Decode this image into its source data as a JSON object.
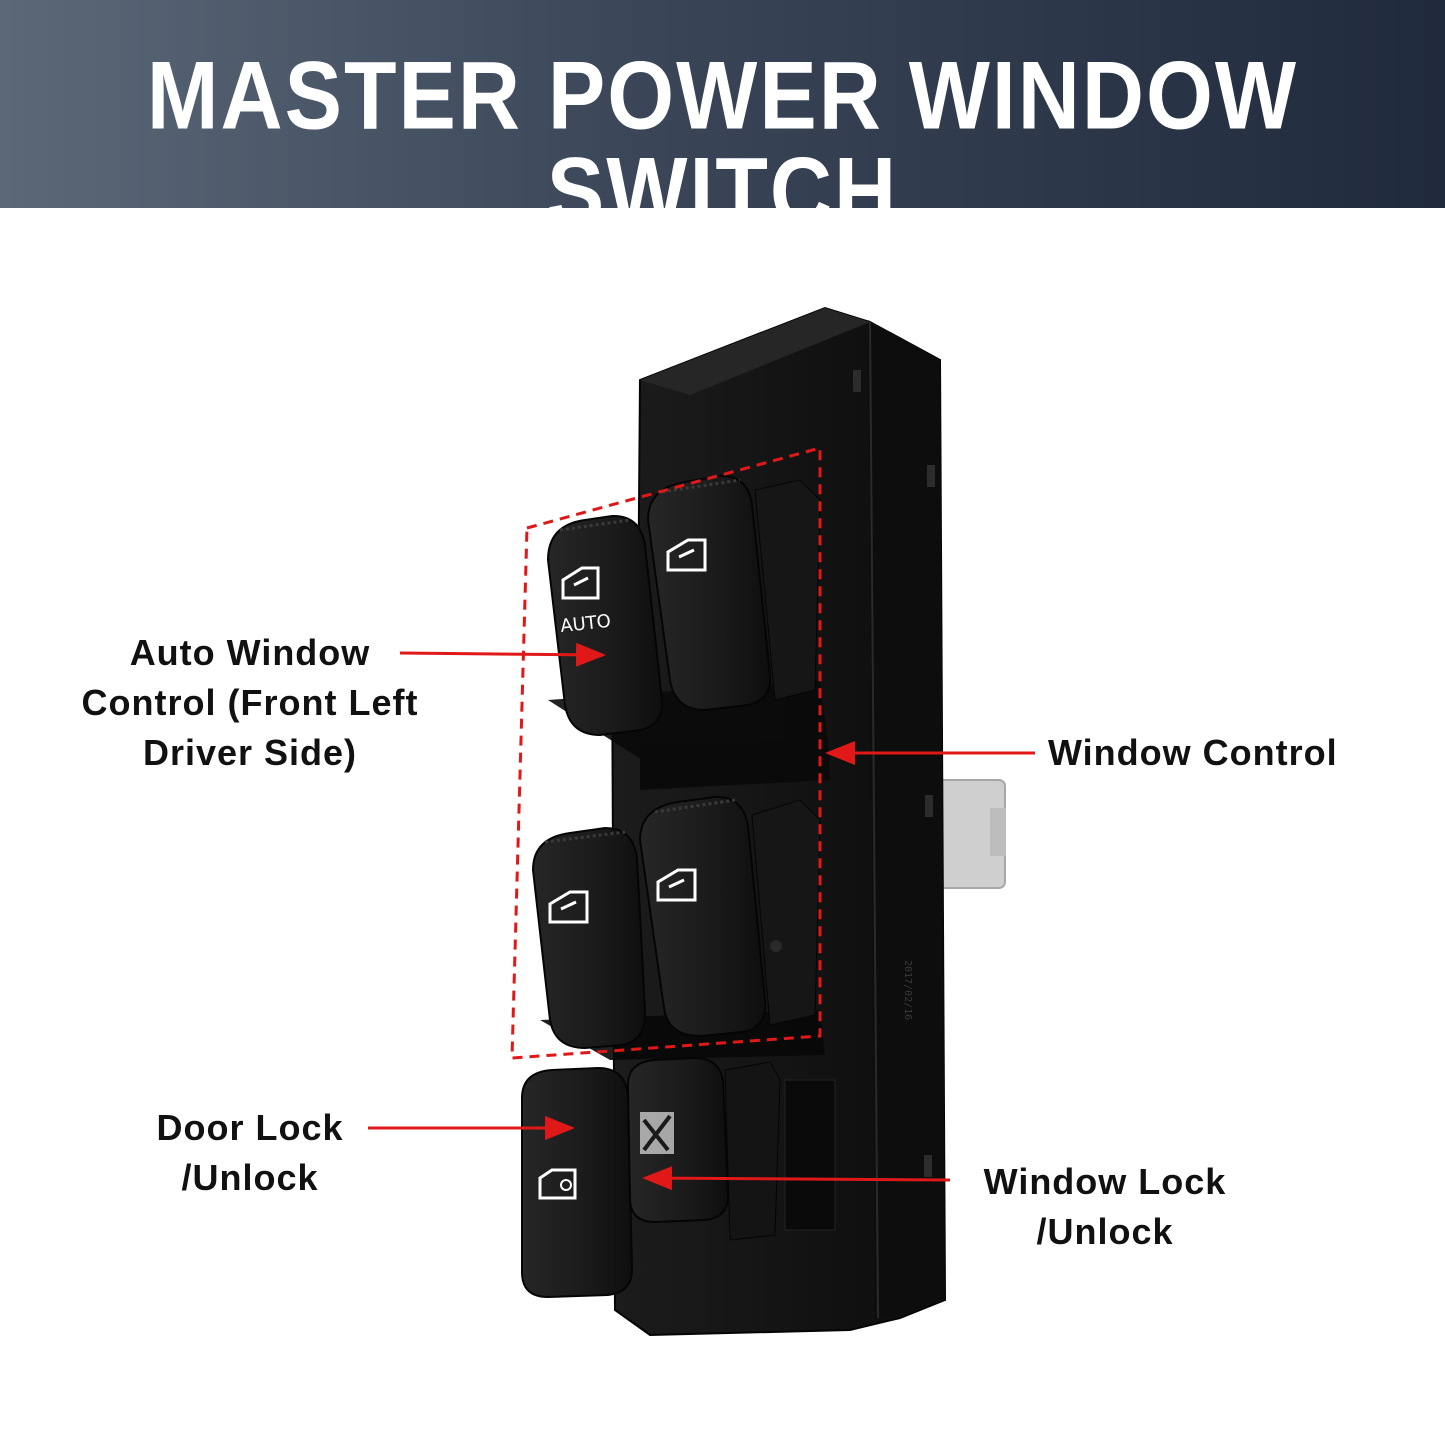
{
  "header": {
    "title": "MASTER POWER WINDOW SWITCH"
  },
  "colors": {
    "banner_start": "#5a6878",
    "banner_end": "#1f2a3c",
    "arrow": "#e01818",
    "switch_body": "#141414"
  },
  "labels": {
    "auto_window": {
      "line1": "Auto Window",
      "line2": "Control (Front Left",
      "line3": "Driver Side)"
    },
    "window_control": {
      "line1": "Window Control"
    },
    "door_lock": {
      "line1": "Door Lock",
      "line2": "/Unlock"
    },
    "window_lock": {
      "line1": "Window Lock",
      "line2": "/Unlock"
    }
  },
  "switch_buttons": {
    "front_left": {
      "icon": "window-icon",
      "text": "AUTO"
    },
    "front_right": {
      "icon": "window-icon"
    },
    "rear_left": {
      "icon": "window-icon"
    },
    "rear_right": {
      "icon": "window-icon"
    },
    "door_lock": {
      "icon": "door-lock-icon"
    },
    "window_lock": {
      "icon": "window-lock-icon"
    }
  }
}
